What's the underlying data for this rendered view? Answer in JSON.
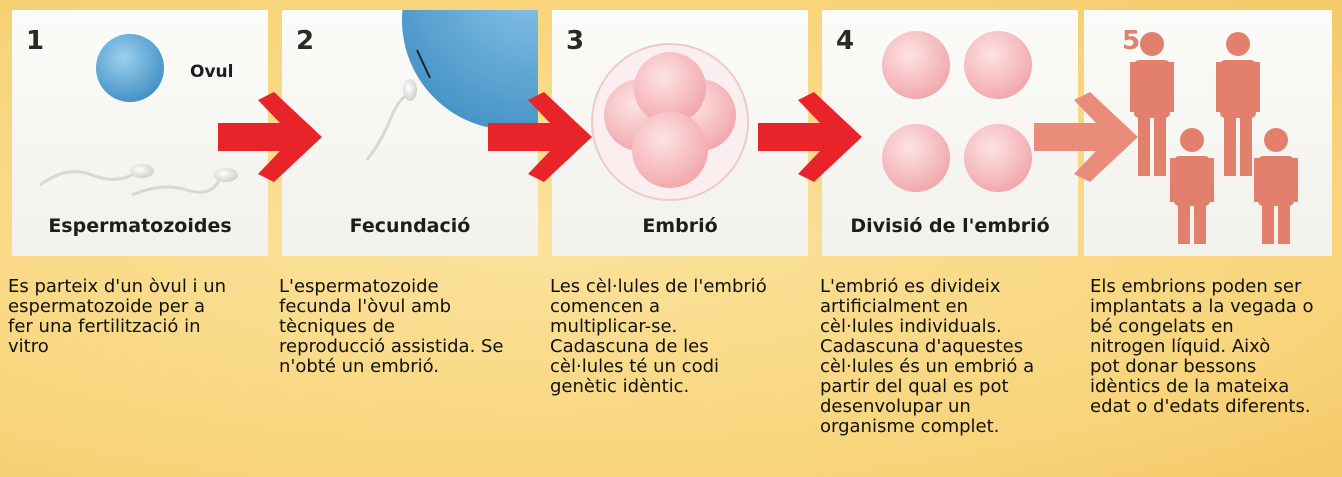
{
  "steps": [
    {
      "number": "1",
      "title": "Espermatozoides",
      "extra_label": "Ovul",
      "desc": [
        "Es parteix d'un òvul i un",
        "espermatozoide per a",
        "fer una fertilització in",
        "vitro"
      ]
    },
    {
      "number": "2",
      "title": "Fecundació",
      "desc": [
        "L'espermatozoide",
        "fecunda l'òvul amb",
        "tècniques de",
        "reproducció assistida. Se",
        "n'obté un embrió."
      ]
    },
    {
      "number": "3",
      "title": "Embrió",
      "desc": [
        "Les cèl·lules de l'embrió",
        "comencen a",
        "multiplicar-se.",
        "Cadascuna de les",
        "cèl·lules té un codi",
        "genètic idèntic."
      ]
    },
    {
      "number": "4",
      "title": "Divisió de l'embrió",
      "desc": [
        "L'embrió es divideix",
        "artificialment en",
        "cèl·lules individuals.",
        "Cadascuna d'aquestes",
        "cèl·lules és un embrió a",
        "partir del qual es pot",
        "desenvolupar un",
        "organisme complet."
      ]
    },
    {
      "number": "5",
      "title": "",
      "desc": [
        "Els embrions poden ser",
        "implantats a la vegada o",
        "bé congelats en",
        "nitrogen líquid. Això",
        "pot donar bessons",
        "idèntics de la mateixa",
        "edat o d'edats diferents."
      ]
    }
  ],
  "colors": {
    "background": "#f9d984",
    "arrow": "#e8242a",
    "arrow_faded": "#e98c7a",
    "ovum": "#5aa9d8",
    "cell": "#f7b7bb",
    "person": "#e2806d"
  }
}
